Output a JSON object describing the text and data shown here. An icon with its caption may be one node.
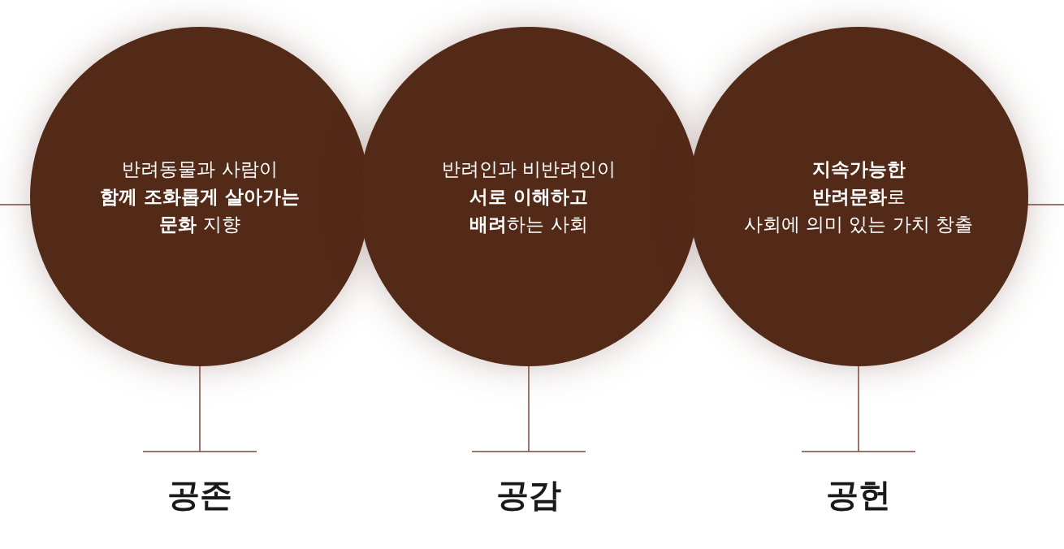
{
  "diagram": {
    "nodes": [
      {
        "text": [
          "반려동물과 사람이 **함께 조화롭게 살아가는 문화** 지향"
        ]
      },
      {
        "text": [
          "반려인과 비반려인이 **서로 이해하고 배려**하는 사회"
        ]
      },
      {
        "text": [
          "**지속가능한 반려문화**로 사회에 의미 있는 가치 창출"
        ]
      },
      {
        "text": [
          "공존"
        ]
      },
      {
        "text": [
          "공감"
        ]
      },
      {
        "text": [
          "공헌"
        ]
      }
    ],
    "edges": [
      {
        "from": 0,
        "to": 3,
        "arrow": "none"
      },
      {
        "from": 1,
        "to": 4,
        "arrow": "none"
      },
      {
        "from": 2,
        "to": 5,
        "arrow": "none"
      }
    ]
  }
}
